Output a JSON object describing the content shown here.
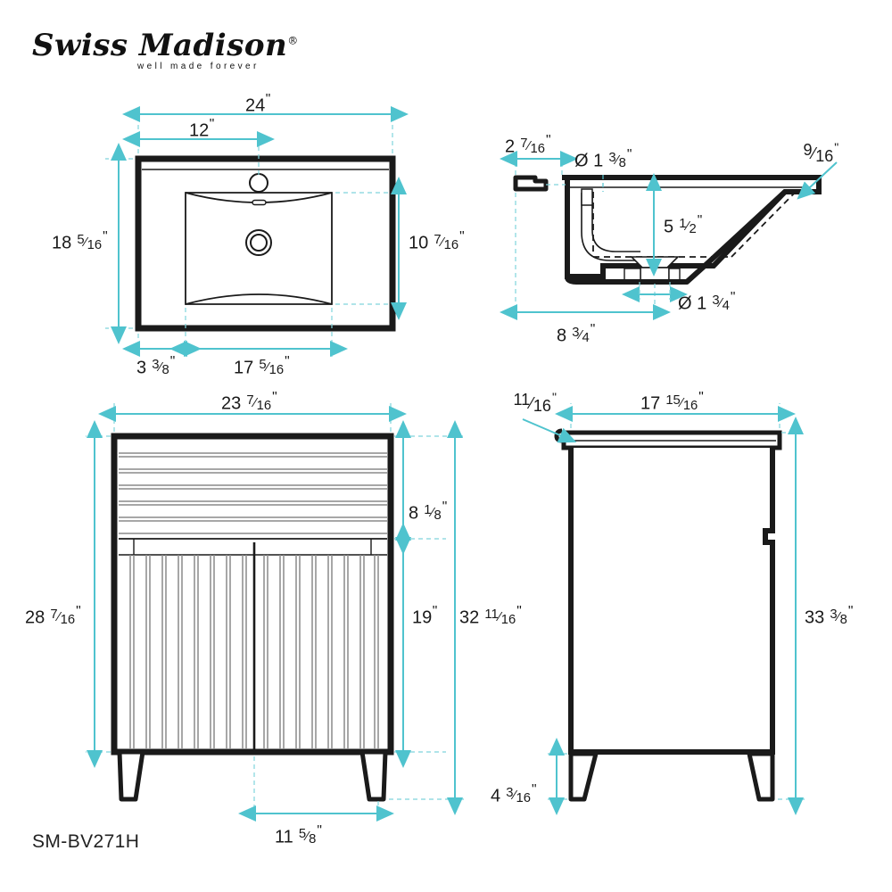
{
  "brand": {
    "name": "Swiss Madison",
    "registered": "®",
    "tagline": "well made forever"
  },
  "model_number": "SM-BV271H",
  "colors": {
    "dimension_line": "#4FC3CE",
    "outline": "#1a1a1a",
    "rib_line": "#8a8a8a",
    "text": "#1a1a1a",
    "background": "#ffffff"
  },
  "views": {
    "top_sink": {
      "title": "Sink Top View",
      "dimensions": {
        "overall_width": "24\"",
        "faucet_offset": "12\"",
        "overall_depth": "18 5/16\"",
        "basin_depth": "10 7/16\"",
        "left_offset": "3 3/8\"",
        "basin_width": "17 5/16\""
      }
    },
    "sink_section": {
      "title": "Sink Cross Section",
      "dimensions": {
        "backsplash_offset": "2 7/16\"",
        "faucet_hole_dia": "Ø 1 3/8\"",
        "rim_thickness": "9/16\"",
        "basin_height": "5 1/2\"",
        "drain_dia": "Ø 1 3/4\"",
        "drain_offset": "8 3/4\""
      }
    },
    "vanity_front": {
      "title": "Vanity Front View",
      "dimensions": {
        "cabinet_width": "23 7/16\"",
        "drawer_height": "8 1/8\"",
        "door_height": "19\"",
        "cabinet_height": "28 7/16\"",
        "overall_height": "32 11/16\"",
        "leg_span": "11 5/8\""
      }
    },
    "vanity_side": {
      "title": "Vanity Side View",
      "dimensions": {
        "top_lip": "11/16\"",
        "depth": "17 15/16\"",
        "overall_height": "33 3/8\"",
        "leg_height": "4 3/16\""
      }
    }
  },
  "labels": {
    "d_24": {
      "whole": "24",
      "num": "",
      "den": "",
      "unit": "\""
    },
    "d_12": {
      "whole": "12",
      "num": "",
      "den": "",
      "unit": "\""
    },
    "d_18_5_16": {
      "whole": "18",
      "num": "5",
      "den": "16",
      "unit": "\""
    },
    "d_10_7_16": {
      "whole": "10",
      "num": "7",
      "den": "16",
      "unit": "\""
    },
    "d_3_3_8": {
      "whole": "3",
      "num": "3",
      "den": "8",
      "unit": "\""
    },
    "d_17_5_16": {
      "whole": "17",
      "num": "5",
      "den": "16",
      "unit": "\""
    },
    "d_2_7_16": {
      "whole": "2",
      "num": "7",
      "den": "16",
      "unit": "\""
    },
    "d_dia_1_3_8": {
      "whole": "Ø 1",
      "num": "3",
      "den": "8",
      "unit": "\""
    },
    "d_9_16": {
      "whole": "",
      "num": "9",
      "den": "16",
      "unit": "\""
    },
    "d_5_1_2": {
      "whole": "5",
      "num": "1",
      "den": "2",
      "unit": "\""
    },
    "d_dia_1_3_4": {
      "whole": "Ø 1",
      "num": "3",
      "den": "4",
      "unit": "\""
    },
    "d_8_3_4": {
      "whole": "8",
      "num": "3",
      "den": "4",
      "unit": "\""
    },
    "d_23_7_16": {
      "whole": "23",
      "num": "7",
      "den": "16",
      "unit": "\""
    },
    "d_8_1_8": {
      "whole": "8",
      "num": "1",
      "den": "8",
      "unit": "\""
    },
    "d_19": {
      "whole": "19",
      "num": "",
      "den": "",
      "unit": "\""
    },
    "d_28_7_16": {
      "whole": "28",
      "num": "7",
      "den": "16",
      "unit": "\""
    },
    "d_32_11_16": {
      "whole": "32",
      "num": "11",
      "den": "16",
      "unit": "\""
    },
    "d_11_5_8": {
      "whole": "11",
      "num": "5",
      "den": "8",
      "unit": "\""
    },
    "d_11_16": {
      "whole": "",
      "num": "11",
      "den": "16",
      "unit": "\""
    },
    "d_17_15_16": {
      "whole": "17",
      "num": "15",
      "den": "16",
      "unit": "\""
    },
    "d_33_3_8": {
      "whole": "33",
      "num": "3",
      "den": "8",
      "unit": "\""
    },
    "d_4_3_16": {
      "whole": "4",
      "num": "3",
      "den": "16",
      "unit": "\""
    }
  }
}
